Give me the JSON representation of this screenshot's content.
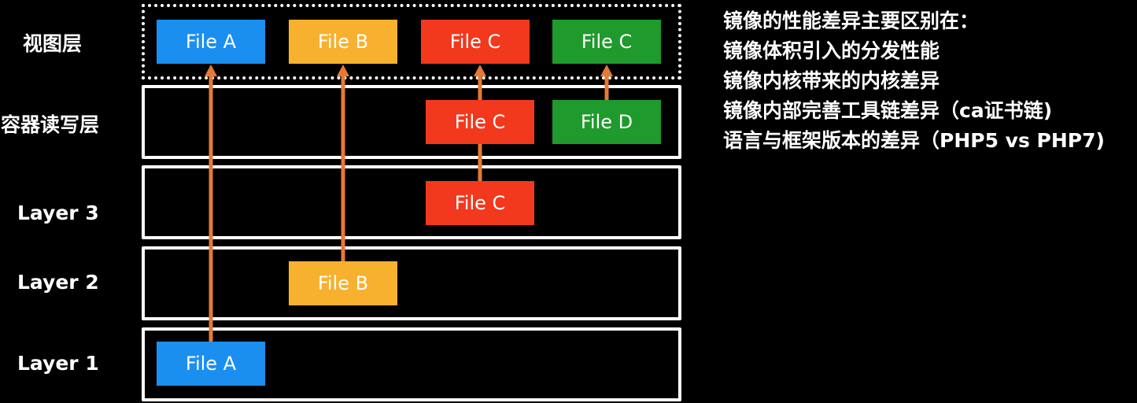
{
  "colors": {
    "blue": "#1a8ff0",
    "yellow": "#f7b12e",
    "red": "#f2381d",
    "green": "#1f9a2c",
    "arrow": "#e57a35",
    "frame": "#ffffff",
    "background": "#000000"
  },
  "layers": [
    {
      "id": "view",
      "label": "视图层"
    },
    {
      "id": "container",
      "label": "容器读写层"
    },
    {
      "id": "layer3",
      "label": "Layer 3"
    },
    {
      "id": "layer2",
      "label": "Layer 2"
    },
    {
      "id": "layer1",
      "label": "Layer 1"
    }
  ],
  "files": [
    {
      "id": "view-a",
      "layer": "view",
      "column": 1,
      "label": "File A",
      "color": "blue"
    },
    {
      "id": "view-b",
      "layer": "view",
      "column": 2,
      "label": "File B",
      "color": "yellow"
    },
    {
      "id": "view-c",
      "layer": "view",
      "column": 3,
      "label": "File C",
      "color": "red"
    },
    {
      "id": "view-c2",
      "layer": "view",
      "column": 4,
      "label": "File C",
      "color": "green"
    },
    {
      "id": "container-c",
      "layer": "container",
      "column": 3,
      "label": "File C",
      "color": "red"
    },
    {
      "id": "container-d",
      "layer": "container",
      "column": 4,
      "label": "File D",
      "color": "green"
    },
    {
      "id": "layer3-c",
      "layer": "layer3",
      "column": 3,
      "label": "File C",
      "color": "red"
    },
    {
      "id": "layer2-b",
      "layer": "layer2",
      "column": 2,
      "label": "File B",
      "color": "yellow"
    },
    {
      "id": "layer1-a",
      "layer": "layer1",
      "column": 1,
      "label": "File A",
      "color": "blue"
    }
  ],
  "arrows": [
    {
      "from": "layer1-a",
      "to": "view-a"
    },
    {
      "from": "layer2-b",
      "to": "view-b"
    },
    {
      "from": "layer3-c",
      "to": "container-c",
      "head": false
    },
    {
      "from": "container-c",
      "to": "view-c"
    },
    {
      "from": "container-d",
      "to": "view-c2"
    }
  ],
  "notes": {
    "items": [
      "镜像的性能差异主要区别在：",
      "镜像体积引入的分发性能",
      "镜像内核带来的内核差异",
      "镜像内部完善工具链差异（ca证书链)",
      "语言与框架版本的差异（PHP5 vs PHP7)"
    ]
  }
}
